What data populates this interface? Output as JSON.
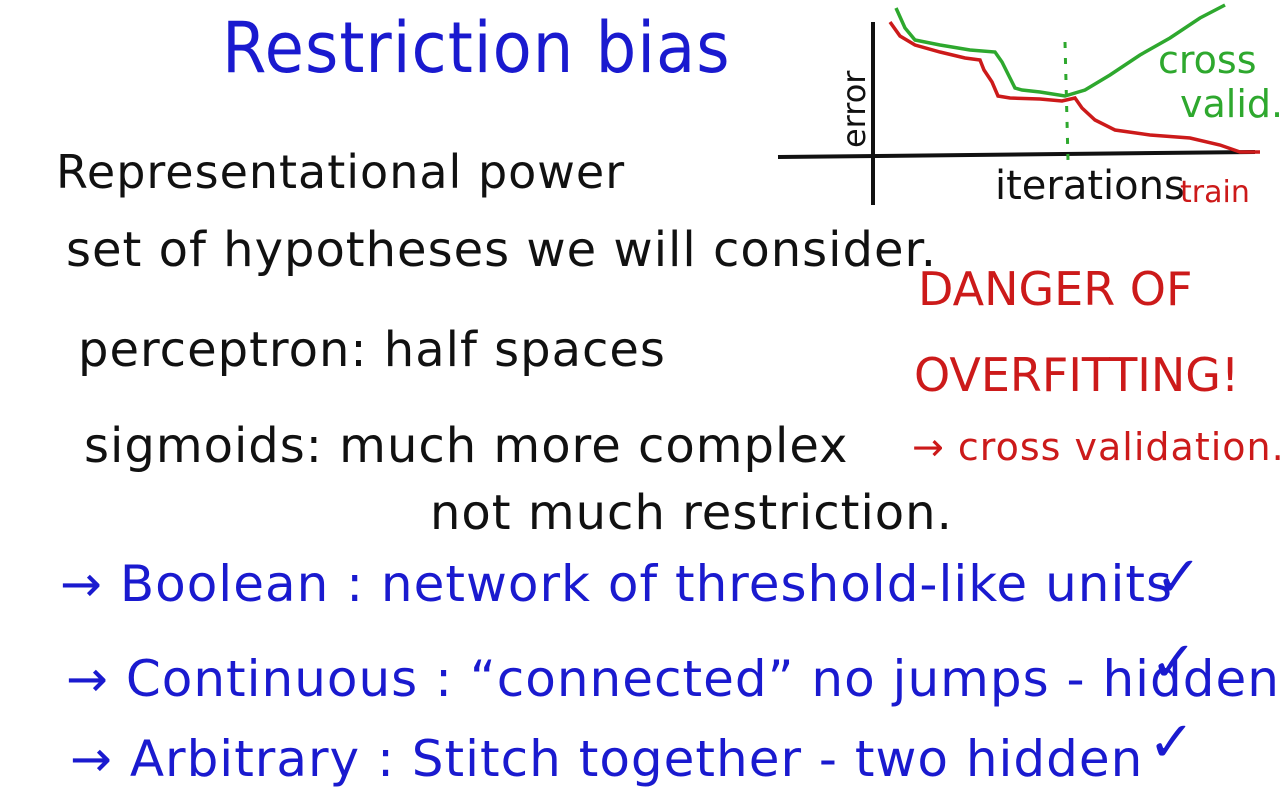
{
  "slide": {
    "title": "Restriction bias",
    "colors": {
      "title": "#1a1acf",
      "notes": "#111111",
      "warning": "#cc1a1a",
      "cross_validation_curve": "#2ea82e",
      "train_curve": "#cc1a1a"
    },
    "notes": [
      "Representational power",
      "set of hypotheses we will consider.",
      "perceptron:  half spaces",
      "sigmoids:  much more complex",
      "not much restriction."
    ],
    "capabilities": [
      {
        "arrow": "→",
        "label": "Boolean",
        "description": ": network of threshold-like units",
        "check": "✓"
      },
      {
        "arrow": "→",
        "label": "Continuous",
        "description": ": “connected” no jumps - hidden",
        "check": "✓"
      },
      {
        "arrow": "→",
        "label": "Arbitrary",
        "description": ": Stitch together  - two hidden",
        "check": "✓"
      }
    ],
    "warning": {
      "line1": "DANGER OF",
      "line2": "OVERFITTING!",
      "line3": "→ cross validation."
    }
  },
  "chart_data": {
    "type": "line",
    "title": "",
    "xlabel": "iterations",
    "ylabel": "error",
    "grid": false,
    "legend_position": "inline-right",
    "annotations": [
      "dashed vertical line at minimum of cross validation error"
    ],
    "series": [
      {
        "name": "cross valid.",
        "color": "#2ea82e",
        "x": [
          0,
          0.05,
          0.25,
          0.3,
          0.45,
          0.5,
          0.7,
          0.9,
          1.0
        ],
        "values": [
          1.0,
          0.78,
          0.72,
          0.48,
          0.42,
          0.42,
          0.62,
          0.88,
          1.05
        ]
      },
      {
        "name": "train",
        "color": "#cc1a1a",
        "x": [
          0,
          0.05,
          0.25,
          0.3,
          0.45,
          0.5,
          0.7,
          0.9,
          1.0
        ],
        "values": [
          0.93,
          0.72,
          0.65,
          0.38,
          0.38,
          0.38,
          0.15,
          0.08,
          0.0
        ]
      }
    ],
    "vline_x": 0.5,
    "labels": {
      "cross": "cross",
      "valid": "valid.",
      "train": "train"
    }
  }
}
